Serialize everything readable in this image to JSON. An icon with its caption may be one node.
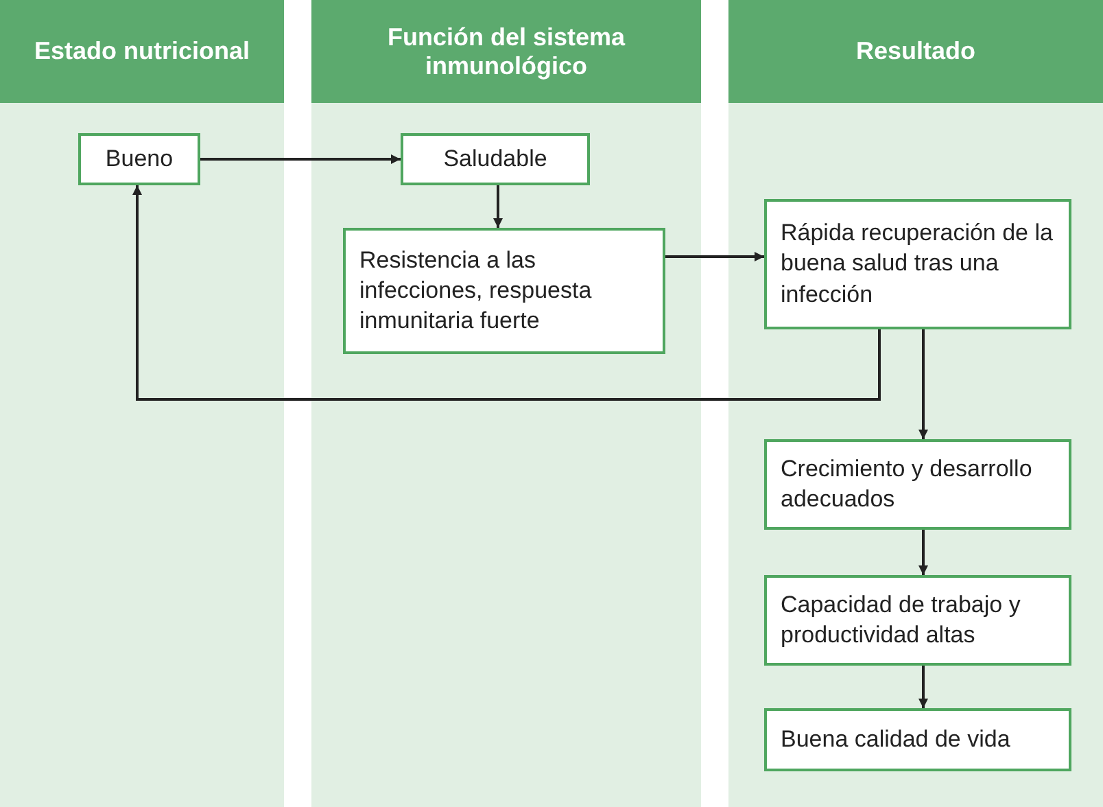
{
  "diagram": {
    "nodes": [
      {
        "text": [
          "Estado nutricional"
        ]
      },
      {
        "text": [
          "Función del sistema inmunológico"
        ]
      },
      {
        "text": [
          "Resultado"
        ]
      },
      {
        "text": [
          "Bueno"
        ],
        "in": 0
      },
      {
        "text": [
          "Saludable"
        ],
        "in": 1
      },
      {
        "text": [
          "Resistencia a las infecciones, respuesta inmunitaria fuerte"
        ],
        "in": 1
      },
      {
        "text": [
          "Rápida recuperación de la buena salud tras una infección"
        ],
        "in": 2
      },
      {
        "text": [
          "Crecimiento y desarrollo adecuados"
        ],
        "in": 2
      },
      {
        "text": [
          "Capacidad de trabajo y productividad altas"
        ],
        "in": 2
      },
      {
        "text": [
          "Buena calidad de vida"
        ],
        "in": 2
      }
    ],
    "edges": [
      {
        "from": 3,
        "to": 4,
        "arrow": "to"
      },
      {
        "from": 4,
        "to": 5,
        "arrow": "to"
      },
      {
        "from": 5,
        "to": 6,
        "arrow": "to"
      },
      {
        "from": 6,
        "to": 3,
        "arrow": "to"
      },
      {
        "from": 6,
        "to": 7,
        "arrow": "to"
      },
      {
        "from": 7,
        "to": 8,
        "arrow": "to"
      },
      {
        "from": 8,
        "to": 9,
        "arrow": "to"
      }
    ]
  }
}
